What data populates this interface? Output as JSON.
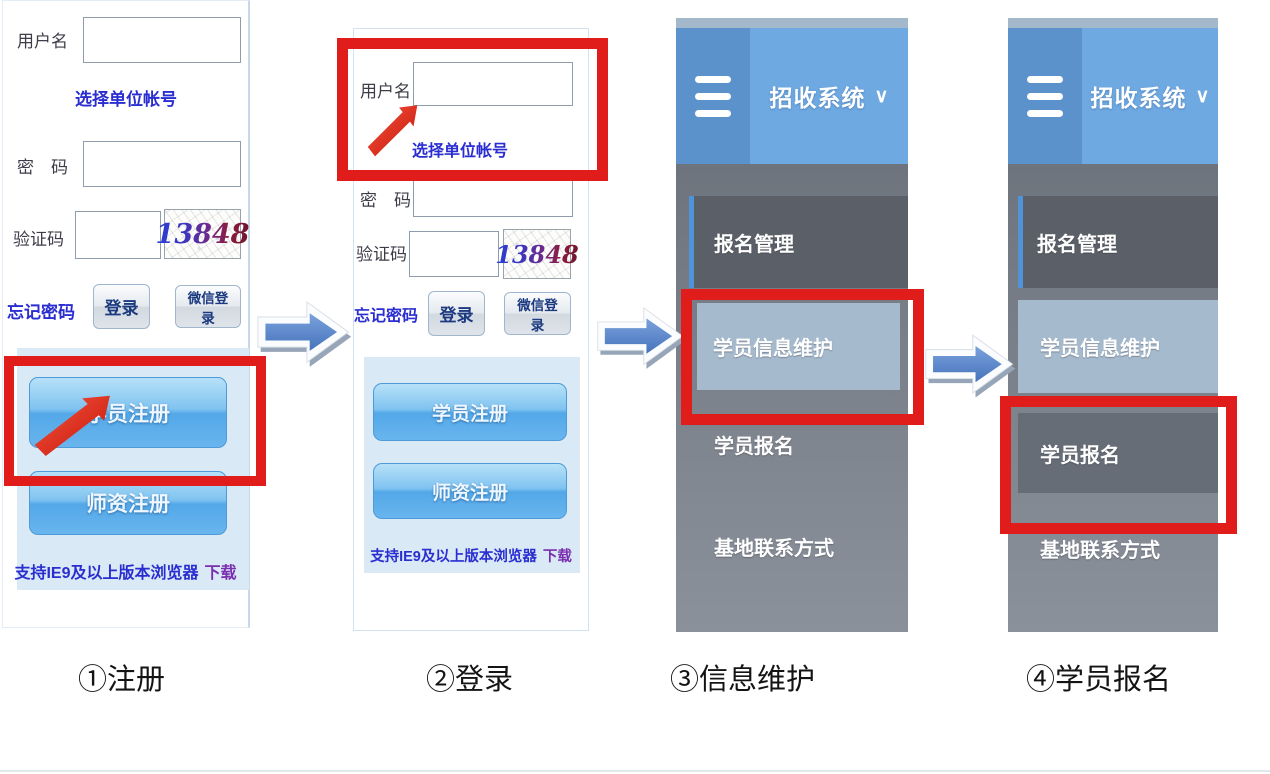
{
  "login_form": {
    "username_label": "用户名",
    "username_value": "",
    "select_unit_link": "选择单位帐号",
    "password_label": "密　码",
    "password_value": "",
    "captcha_label": "验证码",
    "captcha_value": "",
    "captcha_image_text": "13848",
    "forgot_password_link": "忘记密码",
    "login_button": "登录",
    "wechat_login_button": "微信登录",
    "student_register_button": "学员注册",
    "teacher_register_button": "师资注册",
    "browser_support_note": "支持IE9及以上版本浏览器",
    "download_link": "下载"
  },
  "menu": {
    "title": "招收系统",
    "chevron": "∨",
    "items": [
      {
        "label": "报名管理"
      },
      {
        "label": "学员信息维护"
      },
      {
        "label": "学员报名"
      },
      {
        "label": "基地联系方式"
      }
    ]
  },
  "captions": {
    "step1": "①注册",
    "step2": "②登录",
    "step3": "③信息维护",
    "step4": "④学员报名"
  },
  "colors": {
    "annotation_red": "#e01d1a",
    "flow_arrow_blue": "#4f7fc6",
    "header_blue_dark": "#5b92cc",
    "header_blue_light": "#6fa9e2",
    "menu_item_dark": "#5b6068",
    "menu_item_selected": "#a6bace",
    "accent_bar_blue": "#4f94d8",
    "primary_button_blue": "#58aae8",
    "panel_band_blue": "#d9e9f6",
    "link_blue": "#2a2ed0",
    "download_purple": "#7a2fae"
  }
}
